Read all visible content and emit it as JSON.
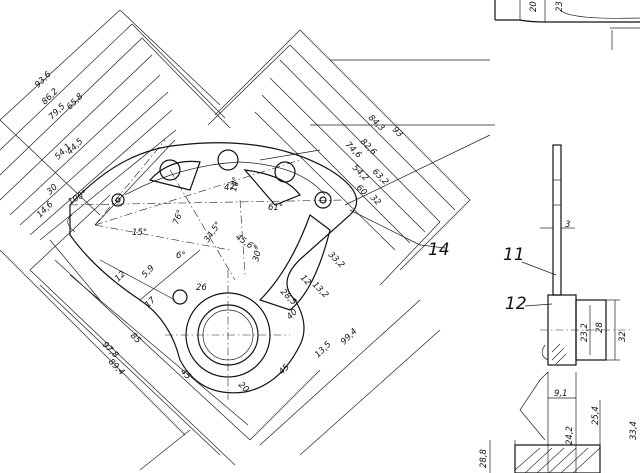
{
  "drawing": {
    "dimensions_left_stack": [
      "93,6",
      "86,2",
      "79,5",
      "65,8",
      "54,1",
      "44,5",
      "30",
      "14,6"
    ],
    "dimensions_right_stack": [
      "93",
      "84,3",
      "82,6",
      "74,6",
      "63,2",
      "54,2",
      "60",
      "32"
    ],
    "angles": [
      "100°",
      "47°",
      "61°",
      "30°",
      "76°",
      "34,5°",
      "45,6°",
      "15°",
      "14°",
      "6°"
    ],
    "dims_misc": [
      "12",
      "17",
      "5,9",
      "26",
      "33,2",
      "13,2",
      "28,5",
      "12",
      "13,5",
      "45",
      "40",
      "99,4"
    ],
    "dims_lower_left": [
      "97,8",
      "89,4",
      "45",
      "20",
      "85"
    ],
    "callouts": {
      "c14": "14",
      "c11": "11",
      "c12": "12"
    },
    "right_view": [
      "20",
      "23",
      "3",
      "28",
      "23,2",
      "32",
      "9,1",
      "24,2",
      "25,4",
      "28,8",
      "33,4"
    ]
  }
}
